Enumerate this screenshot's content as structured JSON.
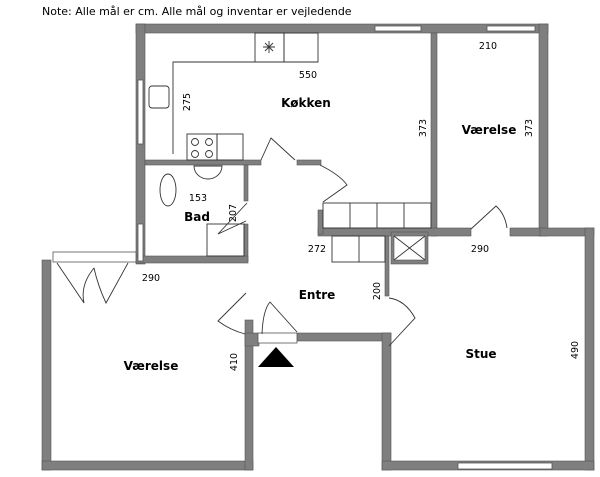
{
  "note": "Note: Alle mål er cm. Alle mål og inventar er vejledende",
  "rooms": {
    "kitchen": "Køkken",
    "bedroom_top": "Værelse",
    "bath": "Bad",
    "entrance": "Entre",
    "bedroom_left": "Værelse",
    "living": "Stue"
  },
  "dimensions": {
    "kitchen_width": "550",
    "kitchen_counter": "275",
    "kitchen_height": "373",
    "bedroom_top_width": "210",
    "bedroom_top_height": "373",
    "bath_width": "153",
    "bath_height": "207",
    "entrance_width": "272",
    "entrance_height": "200",
    "bedroom_left_width": "290",
    "bedroom_left_height": "410",
    "living_width": "290",
    "living_height": "490"
  },
  "colors": {
    "wall": "#7f7f7f"
  }
}
